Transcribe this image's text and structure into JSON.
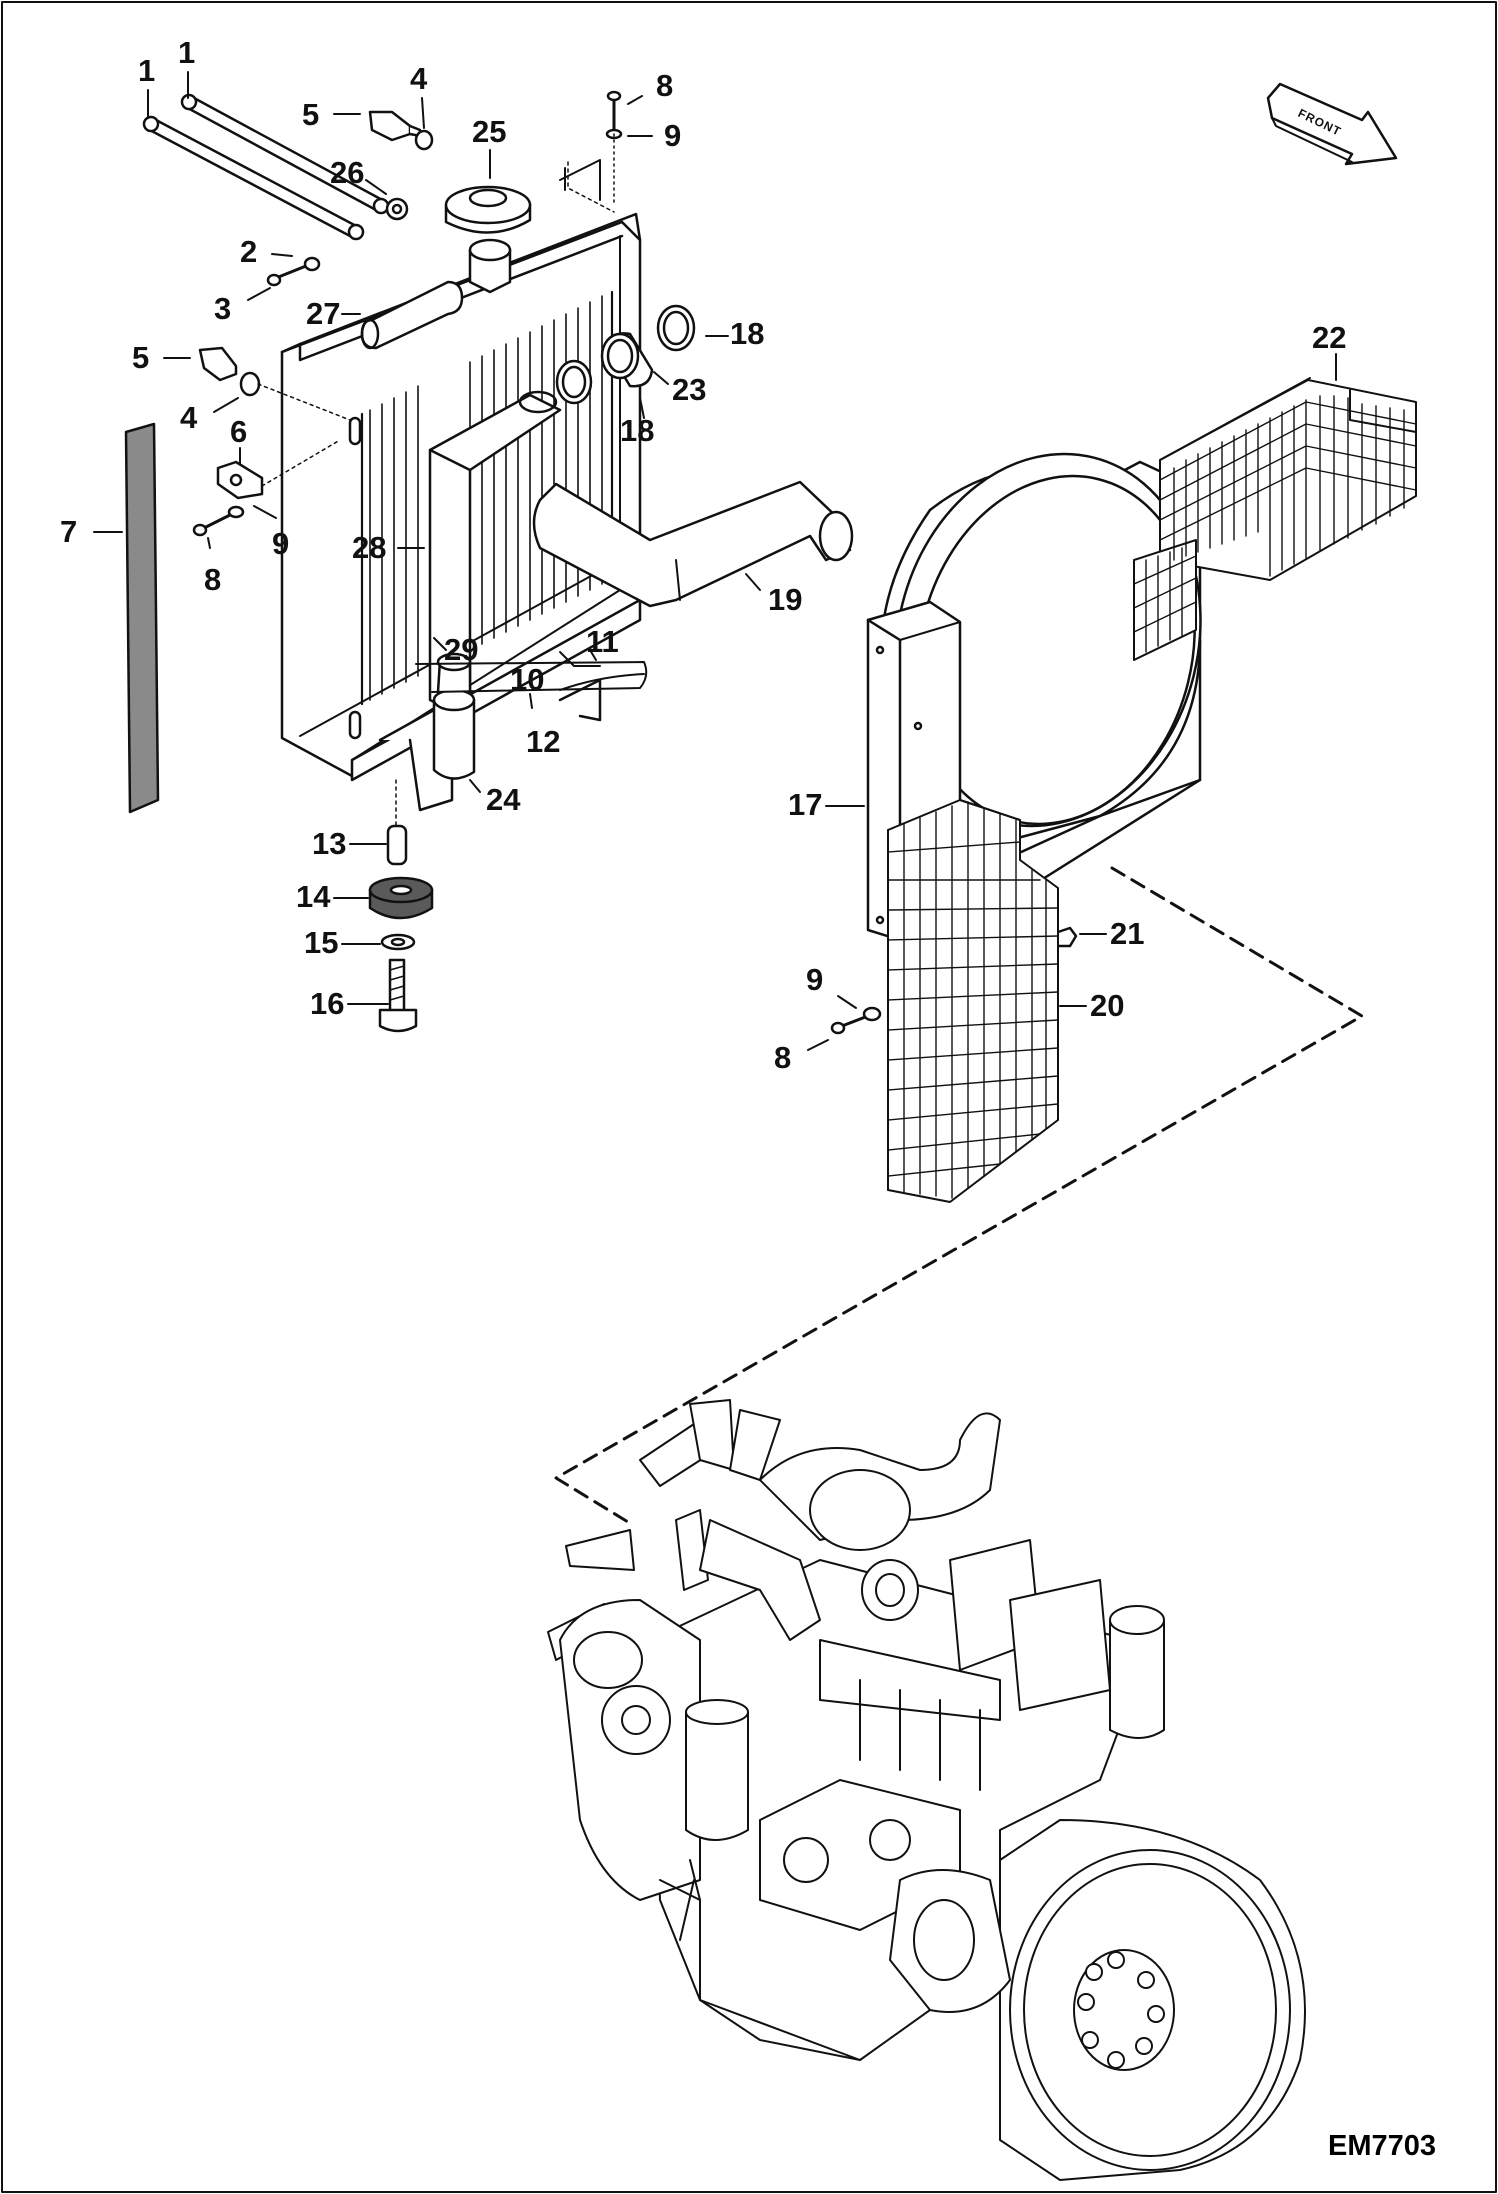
{
  "drawing": {
    "code": "EM7703",
    "direction_label": "FRONT",
    "callouts": [
      {
        "id": "c1a",
        "text": "1"
      },
      {
        "id": "c1b",
        "text": "1"
      },
      {
        "id": "c2",
        "text": "2"
      },
      {
        "id": "c3",
        "text": "3"
      },
      {
        "id": "c4a",
        "text": "4"
      },
      {
        "id": "c4b",
        "text": "4"
      },
      {
        "id": "c5a",
        "text": "5"
      },
      {
        "id": "c5b",
        "text": "5"
      },
      {
        "id": "c6",
        "text": "6"
      },
      {
        "id": "c7",
        "text": "7"
      },
      {
        "id": "c8a",
        "text": "8"
      },
      {
        "id": "c8b",
        "text": "8"
      },
      {
        "id": "c8c",
        "text": "8"
      },
      {
        "id": "c9a",
        "text": "9"
      },
      {
        "id": "c9b",
        "text": "9"
      },
      {
        "id": "c9c",
        "text": "9"
      },
      {
        "id": "c10",
        "text": "10"
      },
      {
        "id": "c11",
        "text": "11"
      },
      {
        "id": "c12",
        "text": "12"
      },
      {
        "id": "c13",
        "text": "13"
      },
      {
        "id": "c14",
        "text": "14"
      },
      {
        "id": "c15",
        "text": "15"
      },
      {
        "id": "c16",
        "text": "16"
      },
      {
        "id": "c17",
        "text": "17"
      },
      {
        "id": "c18a",
        "text": "18"
      },
      {
        "id": "c18b",
        "text": "18"
      },
      {
        "id": "c19",
        "text": "19"
      },
      {
        "id": "c20",
        "text": "20"
      },
      {
        "id": "c21",
        "text": "21"
      },
      {
        "id": "c22",
        "text": "22"
      },
      {
        "id": "c23",
        "text": "23"
      },
      {
        "id": "c24",
        "text": "24"
      },
      {
        "id": "c25",
        "text": "25"
      },
      {
        "id": "c26",
        "text": "26"
      },
      {
        "id": "c27",
        "text": "27"
      },
      {
        "id": "c28",
        "text": "28"
      },
      {
        "id": "c29",
        "text": "29"
      }
    ]
  },
  "colors": {
    "line": "#111111",
    "seal_strip": "#8a8a8a",
    "mount_rubber": "#5a5a5a",
    "background": "#ffffff"
  }
}
